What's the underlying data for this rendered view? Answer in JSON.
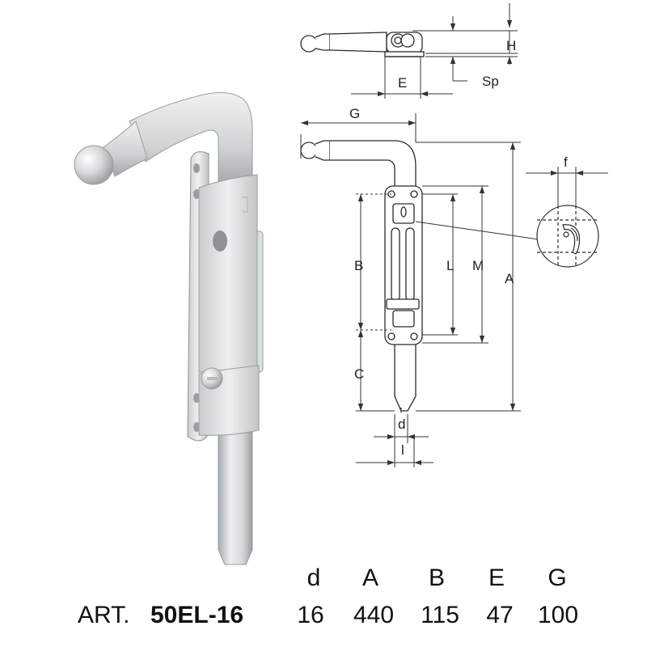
{
  "colors": {
    "metal": "#e2e4e6",
    "metal_shadow": "#b4b7ba",
    "line": "#2a2a2a",
    "dim": "#333333"
  },
  "dimension_labels": {
    "H": "H",
    "Sp": "Sp",
    "E": "E",
    "G": "G",
    "f": "f",
    "B": "B",
    "L": "L",
    "M": "M",
    "A": "A",
    "C": "C",
    "d": "d",
    "l": "l"
  },
  "spec_table": {
    "article_prefix": "ART.",
    "article_code": "50EL-16",
    "columns": [
      {
        "header": "d",
        "value": "16"
      },
      {
        "header": "A",
        "value": "440"
      },
      {
        "header": "B",
        "value": "115"
      },
      {
        "header": "E",
        "value": "47"
      },
      {
        "header": "G",
        "value": "100"
      }
    ]
  }
}
